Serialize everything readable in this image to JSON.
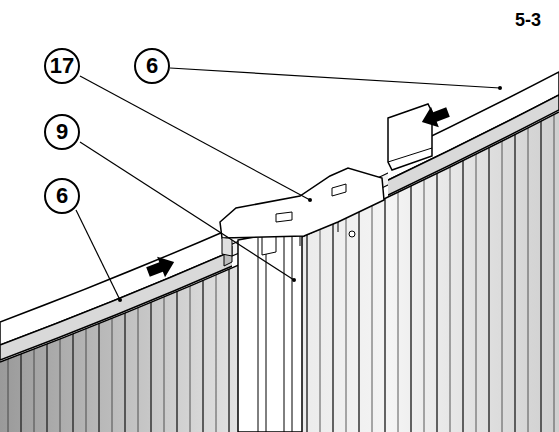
{
  "diagram": {
    "labels": [
      "5-3",
      "17",
      "6",
      "9",
      "6"
    ]
  }
}
